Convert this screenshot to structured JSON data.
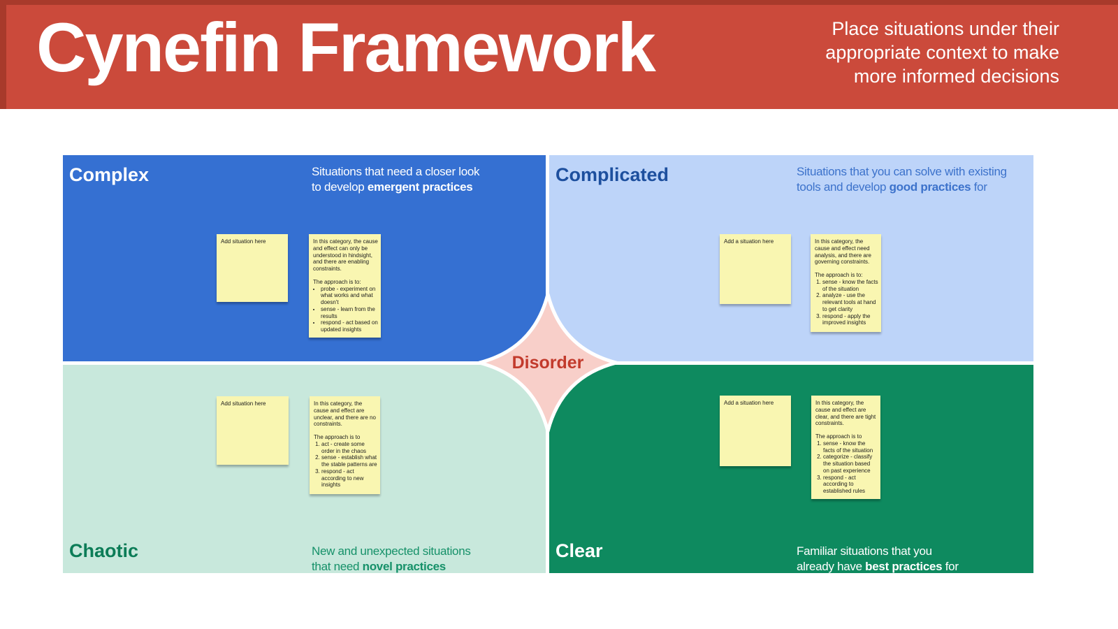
{
  "header": {
    "title": "Cynefin Framework",
    "subtitle": "Place situations under their\nappropriate context to make\nmore informed decisions"
  },
  "center": {
    "label": "Disorder"
  },
  "colors": {
    "header_bg": "#CB4A3B",
    "header_edge": "#A83A2B",
    "complex_bg": "#3570D2",
    "complicated_bg": "#BDD4F9",
    "chaotic_bg": "#C8E8DC",
    "clear_bg": "#0E8A5F",
    "complicated_title_text": "#1D4F9E",
    "complicated_desc_text": "#3C72CB",
    "chaotic_title_text": "#0C7C57",
    "chaotic_desc_text": "#169169",
    "sticky_note_bg": "#F9F6B1",
    "star_fill": "#F8CFC9",
    "star_text": "#C23A2C"
  },
  "quadrants": {
    "complex": {
      "title": "Complex",
      "desc_pre": "Situations that need a closer look\nto develop ",
      "desc_bold": "emergent practices",
      "desc_post": "",
      "add_note": "Add situation here",
      "info_note": {
        "para1": "In this category, the cause and effect can only be understood in hindsight, and there are enabling constraints.",
        "para2": "The approach is to:",
        "items": [
          "probe - experiment on what works and what doesn't",
          "sense - learn from the results",
          "respond - act based on updated insights"
        ]
      }
    },
    "complicated": {
      "title": "Complicated",
      "desc_pre": "Situations that you can solve with existing\ntools and develop ",
      "desc_bold": "good practices",
      "desc_post": " for",
      "add_note": "Add a situation here",
      "info_note": {
        "para1": "In this category, the cause and effect need analysis, and there are governing constraints.",
        "para2": "The approach is to:",
        "items": [
          "sense - know the facts of the situation",
          "analyze - use the relevant tools at hand to get clarity",
          "respond - apply the improved insights"
        ]
      }
    },
    "chaotic": {
      "title": "Chaotic",
      "desc_pre": "New and unexpected situations\nthat need ",
      "desc_bold": "novel practices",
      "desc_post": "",
      "add_note": "Add situation here",
      "info_note": {
        "para1": "In this category, the cause and effect are unclear, and there are no constraints.",
        "para2": "The approach is to",
        "items": [
          "act - create some order in the chaos",
          "sense - establish what the stable patterns are",
          "respond - act according to new insights"
        ]
      }
    },
    "clear": {
      "title": "Clear",
      "desc_pre": "Familiar situations that you\nalready have ",
      "desc_bold": "best practices",
      "desc_post": " for",
      "add_note": "Add a situation here",
      "info_note": {
        "para1": "In this category, the cause and effect are clear, and there are tight constraints.",
        "para2": "The approach is to",
        "items": [
          "sense - know the facts of the situation",
          "categorize - classify the situation based on past experience",
          "respond - act according to established rules"
        ]
      }
    }
  }
}
